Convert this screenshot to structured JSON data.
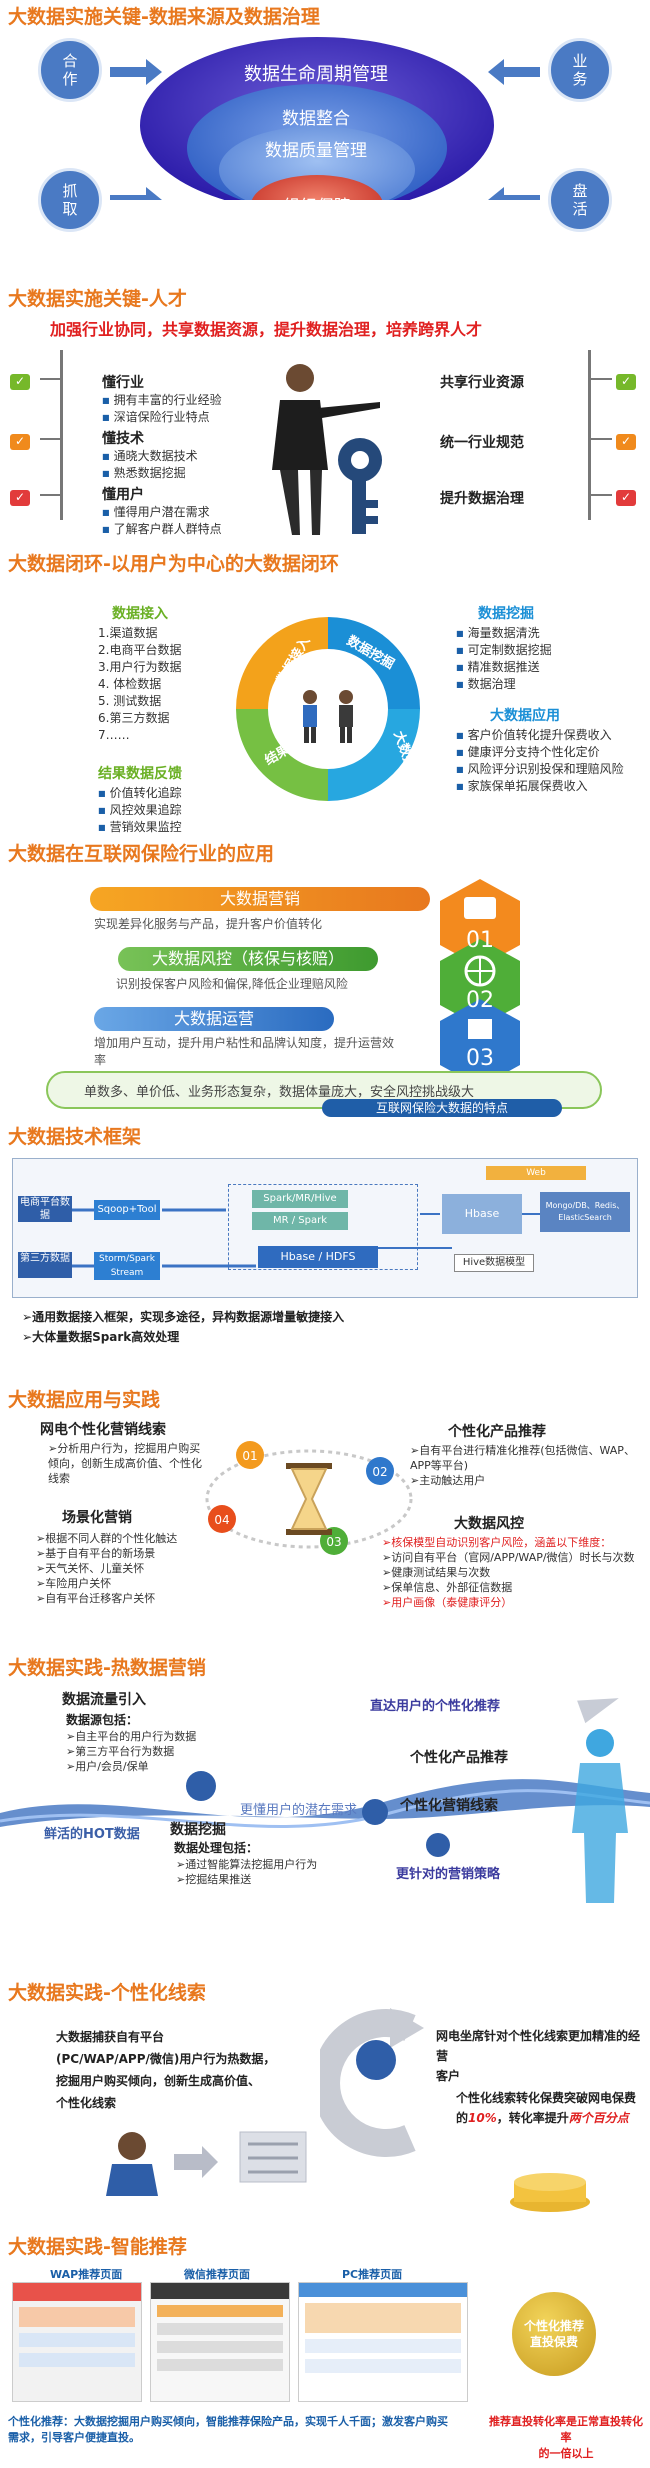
{
  "s1": {
    "title": "大数据实施关键-数据来源及数据治理",
    "btn_tl": "合\n作",
    "btn_tr": "业\n务",
    "btn_bl": "抓\n取",
    "btn_br": "盘\n活",
    "ring1": "数据生命周期管理",
    "ring2": "数据整合",
    "ring3": "数据质量管理",
    "ring4": "组织保障"
  },
  "s2": {
    "title": "大数据实施关键-人才",
    "subtitle": "加强行业协同，共享数据资源，提升数据治理，培养跨界人才",
    "left": [
      {
        "head": "懂行业",
        "items": [
          "拥有丰富的行业经验",
          "深谙保险行业特点"
        ]
      },
      {
        "head": "懂技术",
        "items": [
          "通晓大数据技术",
          "熟悉数据挖掘"
        ]
      },
      {
        "head": "懂用户",
        "items": [
          "懂得用户潜在需求",
          "了解客户群人群特点"
        ]
      }
    ],
    "right": [
      "共享行业资源",
      "统一行业规范",
      "提升数据治理"
    ]
  },
  "s3": {
    "title": "大数据闭环-以用户为中心的大数据闭环",
    "input_head": "数据接入",
    "input_items": [
      "1.渠道数据",
      "2.电商平台数据",
      "3.用户行为数据",
      "4. 体检数据",
      "5. 测试数据",
      "6.第三方数据",
      "7……"
    ],
    "feedback_head": "结果数据反馈",
    "feedback_items": [
      "价值转化追踪",
      "风控效果追踪",
      "营销效果监控"
    ],
    "mining_head": "数据挖掘",
    "mining_items": [
      "海量数据清洗",
      "可定制数据挖掘",
      "精准数据推送",
      "数据治理"
    ],
    "app_head": "大数据应用",
    "app_items": [
      "客户价值转化提升保费收入",
      "健康评分支持个性化定价",
      "风险评分识别投保和理赔风险",
      "家族保单拓展保费收入"
    ],
    "ring_labels": [
      "数据接入",
      "数据挖掘",
      "大数据应用",
      "结果数据反馈"
    ]
  },
  "s4": {
    "title": "大数据在互联网保险行业的应用",
    "rows": [
      {
        "label": "大数据营销",
        "desc": "实现差异化服务与产品，提升客户价值转化",
        "num": "01"
      },
      {
        "label": "大数据风控（核保与核赔）",
        "desc": "识别投保客户风险和偏保,降低企业理赔风险",
        "num": "02"
      },
      {
        "label": "大数据运营",
        "desc": "增加用户互动，提升用户粘性和品牌认知度，提升运营效率",
        "num": "03"
      }
    ],
    "bottom_text": "单数多、单价低、业务形态复杂，数据体量庞大，安全风控挑战级大",
    "bottom_label": "互联网保险大数据的特点"
  },
  "s5": {
    "title": "大数据技术框架",
    "boxes": [
      "电商平台数据",
      "第三方数据",
      "Spark/MR/Hive",
      "MR / Spark",
      "Hbase / HDFS",
      "Storm/Spark Stream",
      "Hbase",
      "Hive数据模型",
      "Mongo/DB、Redis、ElasticSearch",
      "Web"
    ],
    "bullets": [
      "通用数据接入框架，实现多途径，异构数据源增量敏捷接入",
      "大体量数据Spark高效处理"
    ]
  },
  "s6": {
    "title": "大数据应用与实践",
    "mkt_head": "网电个性化营销线索",
    "mkt_items": [
      "分析用户行为，挖掘用户购买倾向，创新生成高价值、个性化线索"
    ],
    "prod_head": "个性化产品推荐",
    "prod_items": [
      "自有平台进行精准化推荐(包括微信、WAP、APP等平台)",
      "主动触达用户"
    ],
    "scene_head": "场景化营销",
    "scene_items": [
      "根据不同人群的个性化触达",
      "基于自有平台的新场景",
      "天气关怀、儿童关怀",
      "车险用户关怀",
      "自有平台迁移客户关怀"
    ],
    "risk_head": "大数据风控",
    "risk_items": [
      "核保模型自动识别客户风险，涵盖以下维度：",
      "访问自有平台（官网/APP/WAP/微信）时长与次数",
      "健康测试结果与次数",
      "保单信息、外部征信数据",
      "用户画像（泰健康评分）"
    ],
    "nums": [
      "01",
      "02",
      "03",
      "04"
    ]
  },
  "s7": {
    "title": "大数据实践-热数据营销",
    "flow_head": "数据流量引入",
    "source_head": "数据源包括：",
    "source_items": [
      "自主平台的用户行为数据",
      "第三方平台行为数据",
      "用户/会员/保单"
    ],
    "hot": "鲜活的HOT数据",
    "mining_head": "数据挖掘",
    "process_head": "数据处理包括：",
    "process_items": [
      "通过智能算法挖掘用户行为",
      "挖掘结果推送"
    ],
    "lure": "更懂用户的潜在需求",
    "direct": "直达用户的个性化推荐",
    "prod": "个性化产品推荐",
    "lead": "个性化营销线索",
    "strategy": "更针对的营销策略"
  },
  "s8": {
    "title": "大数据实践-个性化线索",
    "left_text": [
      "大数据捕获自有平台",
      "(PC/WAP/APP/微信)用户行为热数据，",
      "挖掘用户购买倾向，创新生成高价值、",
      "个性化线索"
    ],
    "right_top": [
      "网电坐席针对个性化线索更加精准的经营",
      "客户"
    ],
    "right_mid_a": "个性化线索转化保费突破网电保费的",
    "right_mid_pct": "10%",
    "right_mid_b": "，转化率提升",
    "right_mid_c": "两个百分点"
  },
  "s9": {
    "title": "大数据实践-智能推荐",
    "tabs": [
      "WAP推荐页面",
      "微信推荐页面",
      "PC推荐页面"
    ],
    "badge": [
      "个性化推荐",
      "直投保费"
    ],
    "bottom_left": [
      "个性化推荐：大数据挖掘用户购买倾向，智能推荐保险产品，实现千人千面；激发客户购买",
      "需求，引导客户便捷直投。"
    ],
    "bottom_right": [
      "推荐直投转化率是正常直投转化率",
      "的一倍以上"
    ]
  }
}
